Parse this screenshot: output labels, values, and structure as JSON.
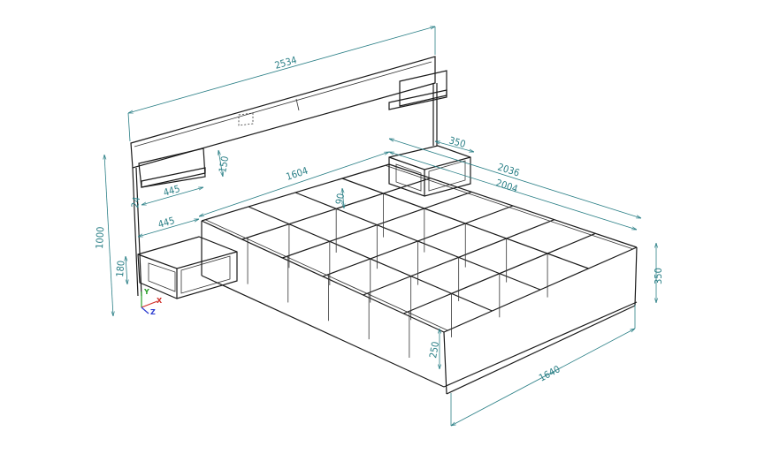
{
  "drawing": {
    "dimensions": {
      "headboard_width": "2534",
      "total_height": "1000",
      "shelf_height": "150",
      "shelf_width": "445",
      "shelf_thickness": "24",
      "nightstand_width": "445",
      "nightstand_height": "180",
      "inner_length": "1604",
      "slat_height": "90",
      "right_nightstand_depth": "350",
      "outer_length": "2036",
      "frame_length": "2004",
      "frame_height": "350",
      "leg_height": "250",
      "frame_width": "1640"
    },
    "axes": {
      "x": "X",
      "y": "Y",
      "z": "Z"
    },
    "colors": {
      "dimension": "#2a7f86",
      "lines": "#1a1a1a",
      "x_axis": "#d0302a",
      "y_axis": "#2aa02a",
      "z_axis": "#2a3ad0"
    }
  }
}
